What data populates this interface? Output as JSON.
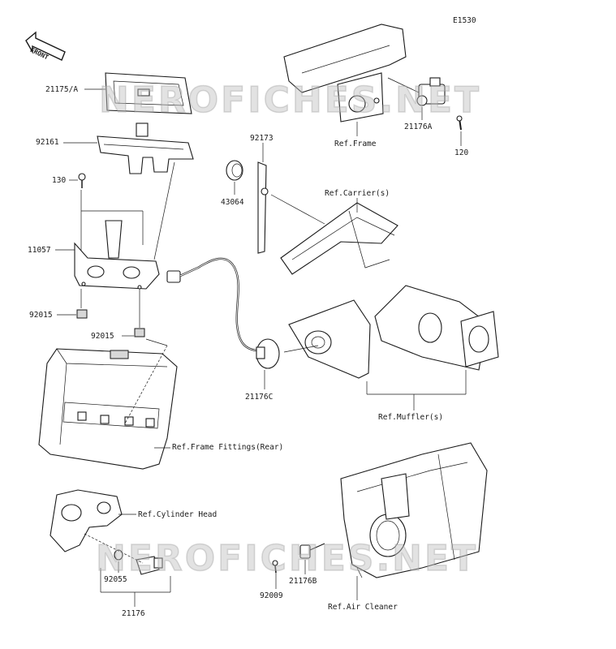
{
  "diagram_code": "E1530",
  "front_arrow": {
    "label": "FRONT",
    "icon": "front-direction-arrow-icon"
  },
  "watermark": "NEROFICHES.NET",
  "callouts": [
    {
      "id": "c1",
      "text": "21175/A"
    },
    {
      "id": "c2",
      "text": "92161"
    },
    {
      "id": "c3",
      "text": "130"
    },
    {
      "id": "c4",
      "text": "11057"
    },
    {
      "id": "c5",
      "text": "92015"
    },
    {
      "id": "c6",
      "text": "92015"
    },
    {
      "id": "c7",
      "text": "Ref.Frame Fittings(Rear)"
    },
    {
      "id": "c8",
      "text": "92173"
    },
    {
      "id": "c9",
      "text": "43064"
    },
    {
      "id": "c10",
      "text": "Ref.Carrier(s)"
    },
    {
      "id": "c11",
      "text": "21176C"
    },
    {
      "id": "c12",
      "text": "Ref.Frame"
    },
    {
      "id": "c13",
      "text": "21176A"
    },
    {
      "id": "c14",
      "text": "120"
    },
    {
      "id": "c15",
      "text": "Ref.Muffler(s)"
    },
    {
      "id": "c16",
      "text": "Ref.Cylinder Head"
    },
    {
      "id": "c17",
      "text": "92055"
    },
    {
      "id": "c18",
      "text": "21176"
    },
    {
      "id": "c19",
      "text": "92009"
    },
    {
      "id": "c20",
      "text": "21176B"
    },
    {
      "id": "c21",
      "text": "Ref.Air Cleaner"
    }
  ]
}
